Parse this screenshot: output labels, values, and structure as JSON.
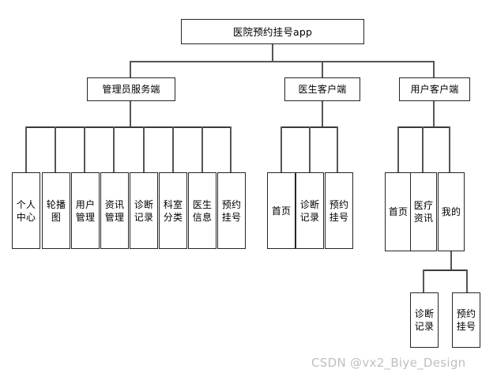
{
  "diagram": {
    "type": "tree-hierarchy",
    "root": {
      "label": "医院预约挂号app"
    },
    "branches": [
      {
        "id": "admin",
        "label": "管理员服务端",
        "children": [
          {
            "label": "个人中心"
          },
          {
            "label": "轮播图"
          },
          {
            "label": "用户管理"
          },
          {
            "label": "资讯管理"
          },
          {
            "label": "诊断记录"
          },
          {
            "label": "科室分类"
          },
          {
            "label": "医生信息"
          },
          {
            "label": "预约挂号"
          }
        ]
      },
      {
        "id": "doctor",
        "label": "医生客户端",
        "children": [
          {
            "label": "首页"
          },
          {
            "label": "诊断记录"
          },
          {
            "label": "预约挂号"
          }
        ]
      },
      {
        "id": "user",
        "label": "用户客户端",
        "children": [
          {
            "label": "首页"
          },
          {
            "label": "医疗资讯"
          },
          {
            "label": "我的",
            "children": [
              {
                "label": "诊断记录"
              },
              {
                "label": "预约挂号"
              }
            ]
          }
        ]
      }
    ]
  },
  "watermark": {
    "text": "CSDN @vx2_Biye_Design",
    "color": "#bfbfbf"
  }
}
